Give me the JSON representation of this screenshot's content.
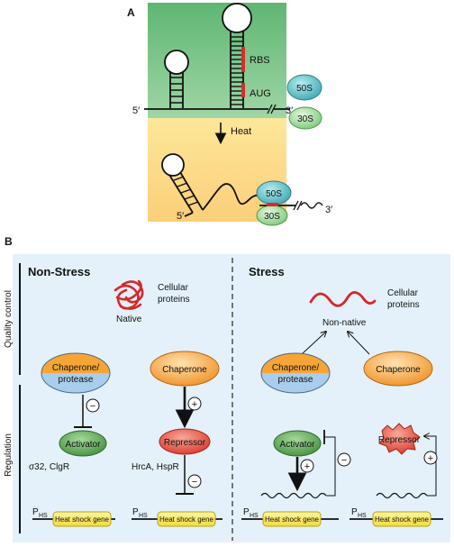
{
  "panel_a": {
    "label": "A",
    "rbs": "RBS",
    "aug": "AUG",
    "five_prime": "5′",
    "three_prime": "3′",
    "heat": "Heat",
    "ribo_50s": "50S",
    "ribo_30s": "30S",
    "five_prime_bottom": "5′",
    "three_prime_bottom": "3′",
    "ribo_50s_bottom": "50S",
    "ribo_30s_bottom": "30S"
  },
  "panel_b": {
    "label": "B",
    "non_stress_title": "Non-Stress",
    "stress_title": "Stress",
    "quality_control": "Quality control",
    "regulation": "Regulation",
    "cellular_proteins_1": "Cellular",
    "cellular_proteins_2": "proteins",
    "native": "Native",
    "non_native": "Non-native",
    "chaperone_protease_1": "Chaperone/",
    "chaperone_protease_2": "protease",
    "chaperone": "Chaperone",
    "activator": "Activator",
    "repressor": "Repressor",
    "activator_examples": "σ32, ClgR",
    "repressor_examples": "HrcA, HspR",
    "p_hs": "P",
    "p_hs_sub": "HS",
    "heat_shock_gene": "Heat shock gene",
    "minus": "−",
    "plus": "+"
  },
  "colors": {
    "green_panel": "#6fbf7f",
    "yellow_panel": "#fce8a0",
    "blue_panel": "#e3f1fb",
    "teal_ribo": "#5fc0c6",
    "green_ribo": "#9fd99a",
    "orange_oval": "#f5a43a",
    "blue_oval": "#a9cdec",
    "activator_green": "#4e9a48",
    "repressor_red": "#e8493a",
    "gene_yellow": "#f9ec63",
    "red_accent": "#d92b2b"
  }
}
